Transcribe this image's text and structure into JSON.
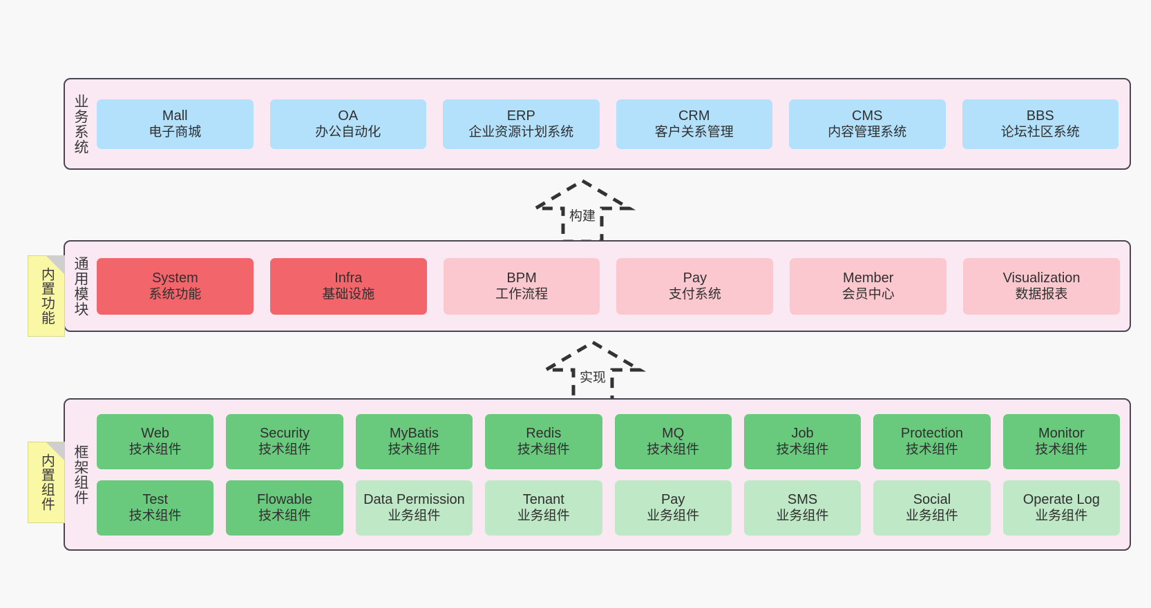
{
  "diagram": {
    "title": "",
    "background_color": "#f8f8f8",
    "layer_fill": "#fae9f3",
    "layer_border": "#4a4453",
    "note_color": "#fbf8a5"
  },
  "notes": [
    {
      "label": "内置功能",
      "name": "builtin-function"
    },
    {
      "label": "内置组件",
      "name": "builtin-component"
    }
  ],
  "connectors": [
    {
      "label": "构建",
      "style": "dashed-generalization",
      "direction": "up"
    },
    {
      "label": "实现",
      "style": "dashed-generalization",
      "direction": "up"
    }
  ],
  "layers": [
    {
      "name": "business-system",
      "title": "业务系统",
      "color": "#b3e0fb",
      "rows": [
        {
          "cells": [
            {
              "en": "Mall",
              "cn": "电子商城",
              "color": "#b3e0fb"
            },
            {
              "en": "OA",
              "cn": "办公自动化",
              "color": "#b3e0fb"
            },
            {
              "en": "ERP",
              "cn": "企业资源计划系统",
              "color": "#b3e0fb"
            },
            {
              "en": "CRM",
              "cn": "客户关系管理",
              "color": "#b3e0fb"
            },
            {
              "en": "CMS",
              "cn": "内容管理系统",
              "color": "#b3e0fb"
            },
            {
              "en": "BBS",
              "cn": "论坛社区系统",
              "color": "#b3e0fb"
            }
          ]
        }
      ]
    },
    {
      "name": "common-module",
      "title": "通用模块",
      "color": "#fcc8cf",
      "rows": [
        {
          "cells": [
            {
              "en": "System",
              "cn": "系统功能",
              "color": "#f2656a"
            },
            {
              "en": "Infra",
              "cn": "基础设施",
              "color": "#f2656a"
            },
            {
              "en": "BPM",
              "cn": "工作流程",
              "color": "#fcc8cf"
            },
            {
              "en": "Pay",
              "cn": "支付系统",
              "color": "#fcc8cf"
            },
            {
              "en": "Member",
              "cn": "会员中心",
              "color": "#fcc8cf"
            },
            {
              "en": "Visualization",
              "cn": "数据报表",
              "color": "#fcc8cf"
            }
          ]
        }
      ]
    },
    {
      "name": "framework-component",
      "title": "框架组件",
      "color": "#69ca7d",
      "rows": [
        {
          "cells": [
            {
              "en": "Web",
              "cn": "技术组件",
              "color": "#69ca7d"
            },
            {
              "en": "Security",
              "cn": "技术组件",
              "color": "#69ca7d"
            },
            {
              "en": "MyBatis",
              "cn": "技术组件",
              "color": "#69ca7d"
            },
            {
              "en": "Redis",
              "cn": "技术组件",
              "color": "#69ca7d"
            },
            {
              "en": "MQ",
              "cn": "技术组件",
              "color": "#69ca7d"
            },
            {
              "en": "Job",
              "cn": "技术组件",
              "color": "#69ca7d"
            },
            {
              "en": "Protection",
              "cn": "技术组件",
              "color": "#69ca7d"
            },
            {
              "en": "Monitor",
              "cn": "技术组件",
              "color": "#69ca7d"
            }
          ]
        },
        {
          "cells": [
            {
              "en": "Test",
              "cn": "技术组件",
              "color": "#69ca7d"
            },
            {
              "en": "Flowable",
              "cn": "技术组件",
              "color": "#69ca7d"
            },
            {
              "en": "Data Permission",
              "cn": "业务组件",
              "color": "#bfe8c6"
            },
            {
              "en": "Tenant",
              "cn": "业务组件",
              "color": "#bfe8c6"
            },
            {
              "en": "Pay",
              "cn": "业务组件",
              "color": "#bfe8c6"
            },
            {
              "en": "SMS",
              "cn": "业务组件",
              "color": "#bfe8c6"
            },
            {
              "en": "Social",
              "cn": "业务组件",
              "color": "#bfe8c6"
            },
            {
              "en": "Operate Log",
              "cn": "业务组件",
              "color": "#bfe8c6"
            }
          ]
        }
      ]
    }
  ]
}
